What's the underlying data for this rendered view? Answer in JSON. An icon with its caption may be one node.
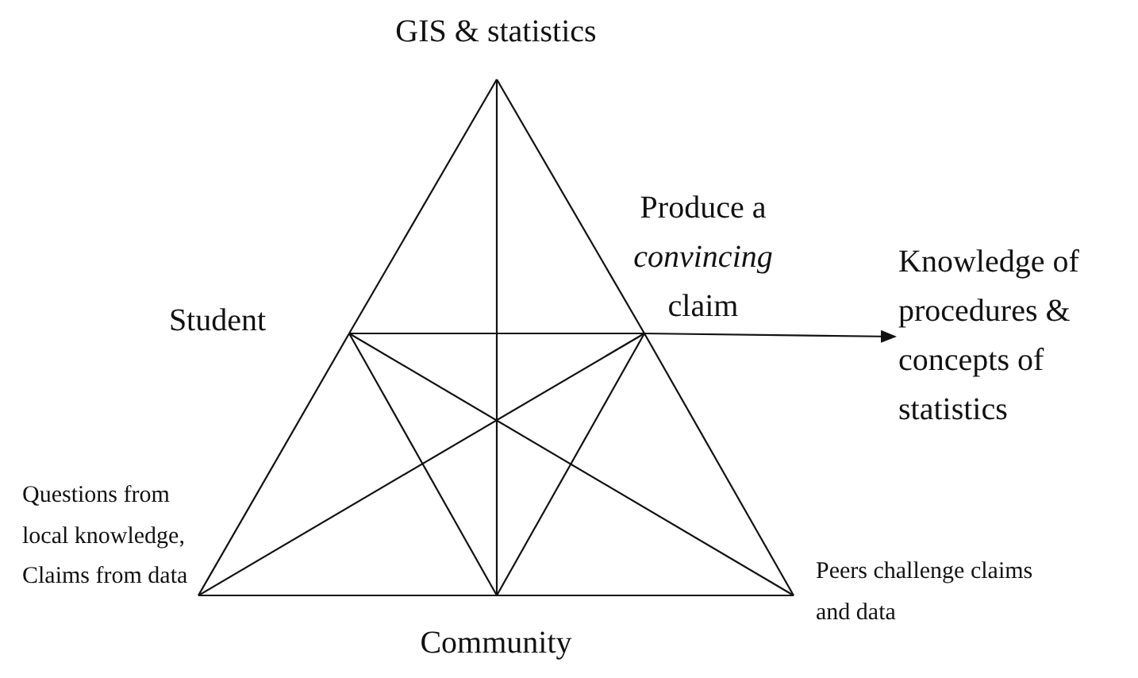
{
  "diagram": {
    "nodes": [
      {
        "text": [
          "GIS & statistics"
        ]
      },
      {
        "text": [
          "Student"
        ]
      },
      {
        "text": [
          "Produce a *convincing* claim"
        ]
      },
      {
        "text": [
          "Questions from local knowledge, Claims from data"
        ]
      },
      {
        "text": [
          "Community"
        ]
      },
      {
        "text": [
          "Peers challenge claims and data"
        ]
      },
      {
        "text": [
          "Knowledge of procedures & concepts of statistics"
        ]
      }
    ],
    "edges": [
      {
        "from": 0,
        "to": 1,
        "arrow": "none"
      },
      {
        "from": 0,
        "to": 2,
        "arrow": "none"
      },
      {
        "from": 0,
        "to": 4,
        "arrow": "none"
      },
      {
        "from": 1,
        "to": 2,
        "arrow": "none"
      },
      {
        "from": 1,
        "to": 3,
        "arrow": "none"
      },
      {
        "from": 1,
        "to": 4,
        "arrow": "none"
      },
      {
        "from": 1,
        "to": 5,
        "arrow": "none"
      },
      {
        "from": 2,
        "to": 3,
        "arrow": "none"
      },
      {
        "from": 2,
        "to": 4,
        "arrow": "none"
      },
      {
        "from": 2,
        "to": 5,
        "arrow": "none"
      },
      {
        "from": 3,
        "to": 4,
        "arrow": "none"
      },
      {
        "from": 4,
        "to": 5,
        "arrow": "none"
      },
      {
        "from": 2,
        "to": 6,
        "arrow": "to"
      }
    ]
  }
}
